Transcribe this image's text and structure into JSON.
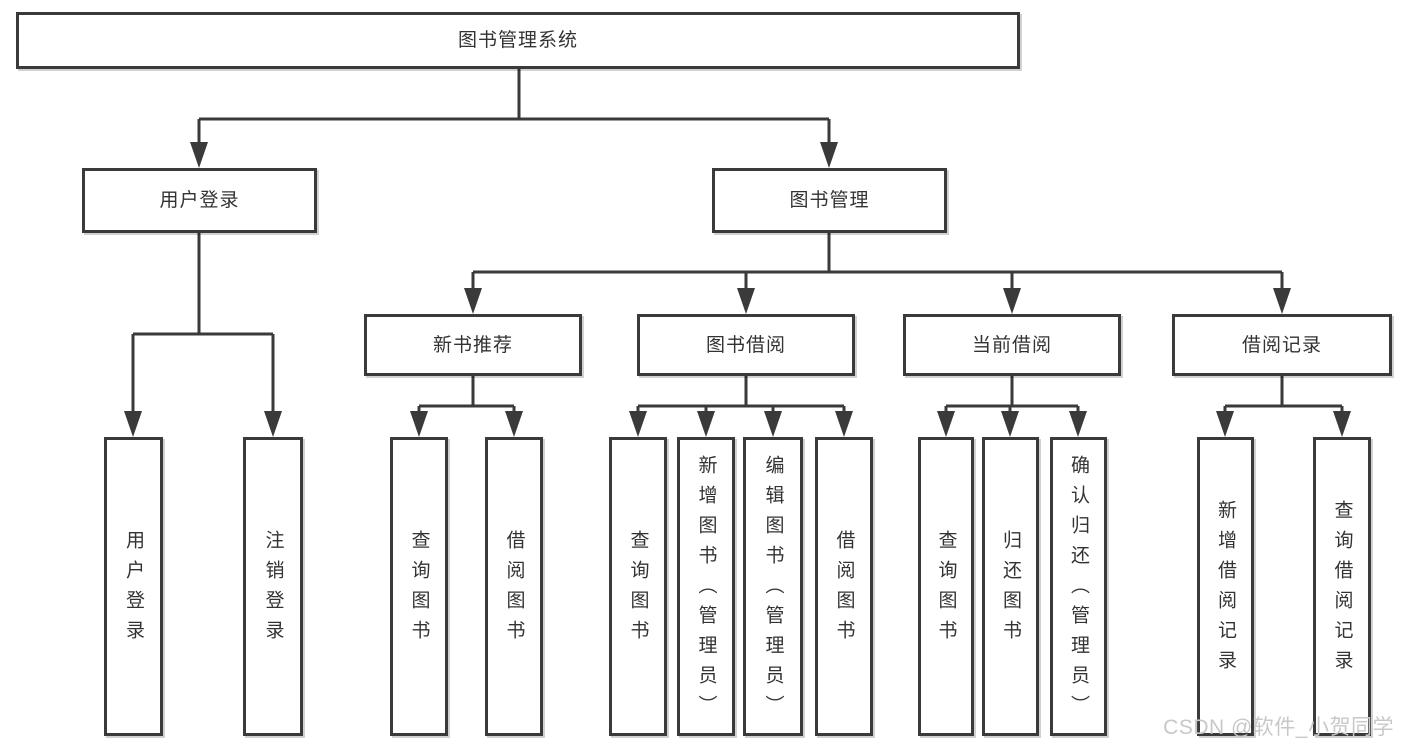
{
  "nodes": {
    "root": "图书管理系统",
    "user_login": "用户登录",
    "book_mgmt": "图书管理",
    "new_book_rec": "新书推荐",
    "book_borrow": "图书借阅",
    "current_borrow": "当前借阅",
    "borrow_record": "借阅记录",
    "leaf_user_login": "用户登录",
    "leaf_logout_login": "注销登录",
    "leaf_query_book_rec": "查询图书",
    "leaf_borrow_book_rec": "借阅图书",
    "leaf_query_book_borrow": "查询图书",
    "leaf_add_book_admin": "新增图书（管理员）",
    "leaf_edit_book_admin": "编辑图书（管理员）",
    "leaf_borrow_book_borrow": "借阅图书",
    "leaf_query_book_current": "查询图书",
    "leaf_return_book": "归还图书",
    "leaf_confirm_return_admin": "确认归还（管理员）",
    "leaf_add_borrow_record": "新增借阅记录",
    "leaf_query_borrow_record": "查询借阅记录"
  },
  "watermark": "CSDN @软件_小贺同学",
  "colors": {
    "line": "#3a3a3a",
    "text": "#333333",
    "box_background": "#ffffff",
    "watermark": "#c8c8c8",
    "page_background": "#ffffff"
  }
}
